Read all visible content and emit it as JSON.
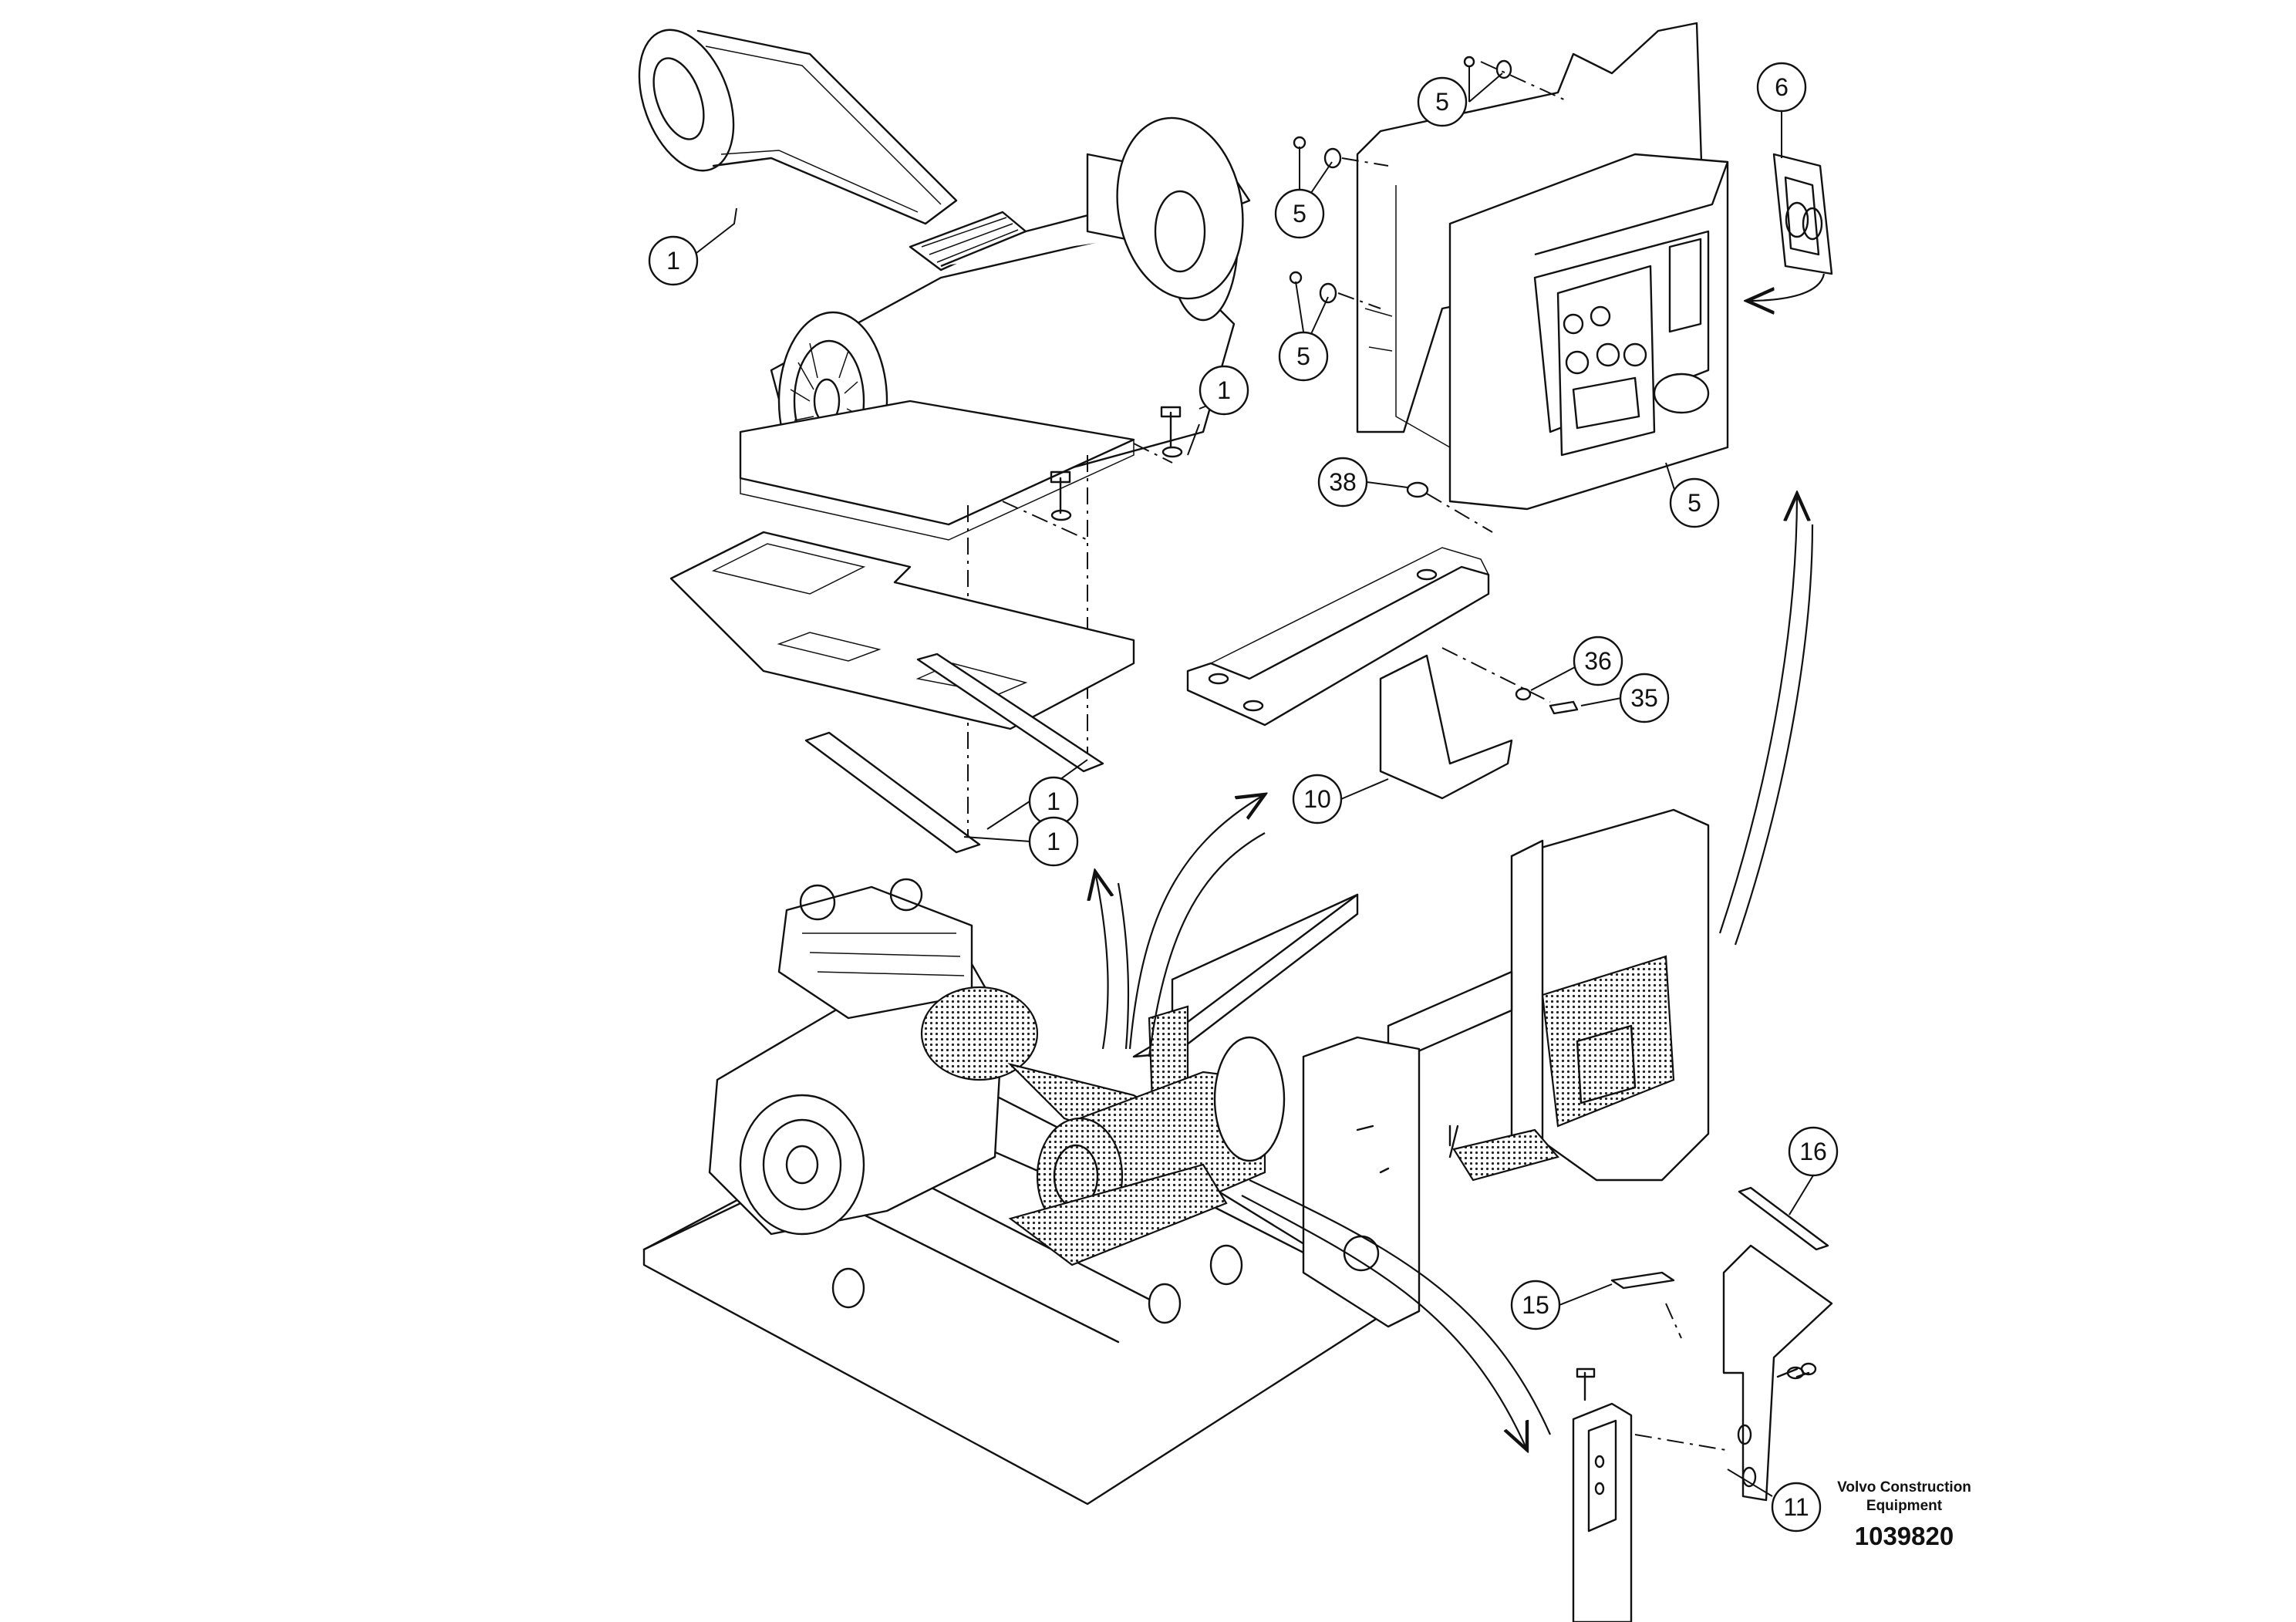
{
  "callouts": [
    "1",
    "1",
    "1",
    "1",
    "5",
    "5",
    "5",
    "5",
    "6",
    "38",
    "36",
    "35",
    "10",
    "16",
    "15",
    "11"
  ],
  "footer": {
    "manufacturer_line1": "Volvo Construction",
    "manufacturer_line2": "Equipment",
    "drawing_number": "1039820"
  }
}
